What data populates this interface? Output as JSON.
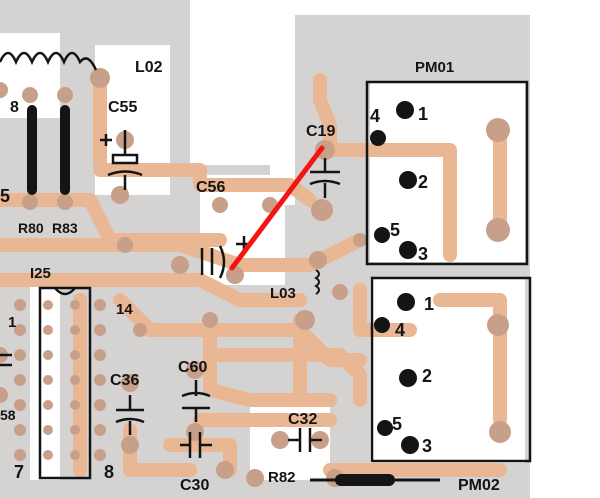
{
  "colors": {
    "paper": "#ffffff",
    "copper_area": "#d4d3d1",
    "trace": "#e9b794",
    "pad": "#c8a08a",
    "silkscreen": "#141414",
    "jumper": "#f21512"
  },
  "labels": {
    "l02": "L02",
    "pm01": "PM01",
    "c55": "C55",
    "c19": "C19",
    "c56": "C56",
    "r80": "R80",
    "r83": "R83",
    "l03": "L03",
    "i25": "I25",
    "pin_14": "14",
    "c36": "C36",
    "c60": "C60",
    "c32": "C32",
    "c30": "C30",
    "r82": "R82",
    "pm02": "PM02",
    "pin_1_left": "1",
    "pin_7": "7",
    "pin_8_bottom": "8",
    "num_8_top": "8",
    "num_5_left": "5",
    "num_58": "58",
    "pm01_pins": [
      "1",
      "2",
      "3",
      "4",
      "5"
    ],
    "pm02_pins": [
      "1",
      "2",
      "3",
      "4",
      "5"
    ]
  },
  "icons": [
    "inductor-coil-icon",
    "electrolytic-capacitor-icon",
    "ceramic-capacitor-icon",
    "ic-chip-icon"
  ]
}
